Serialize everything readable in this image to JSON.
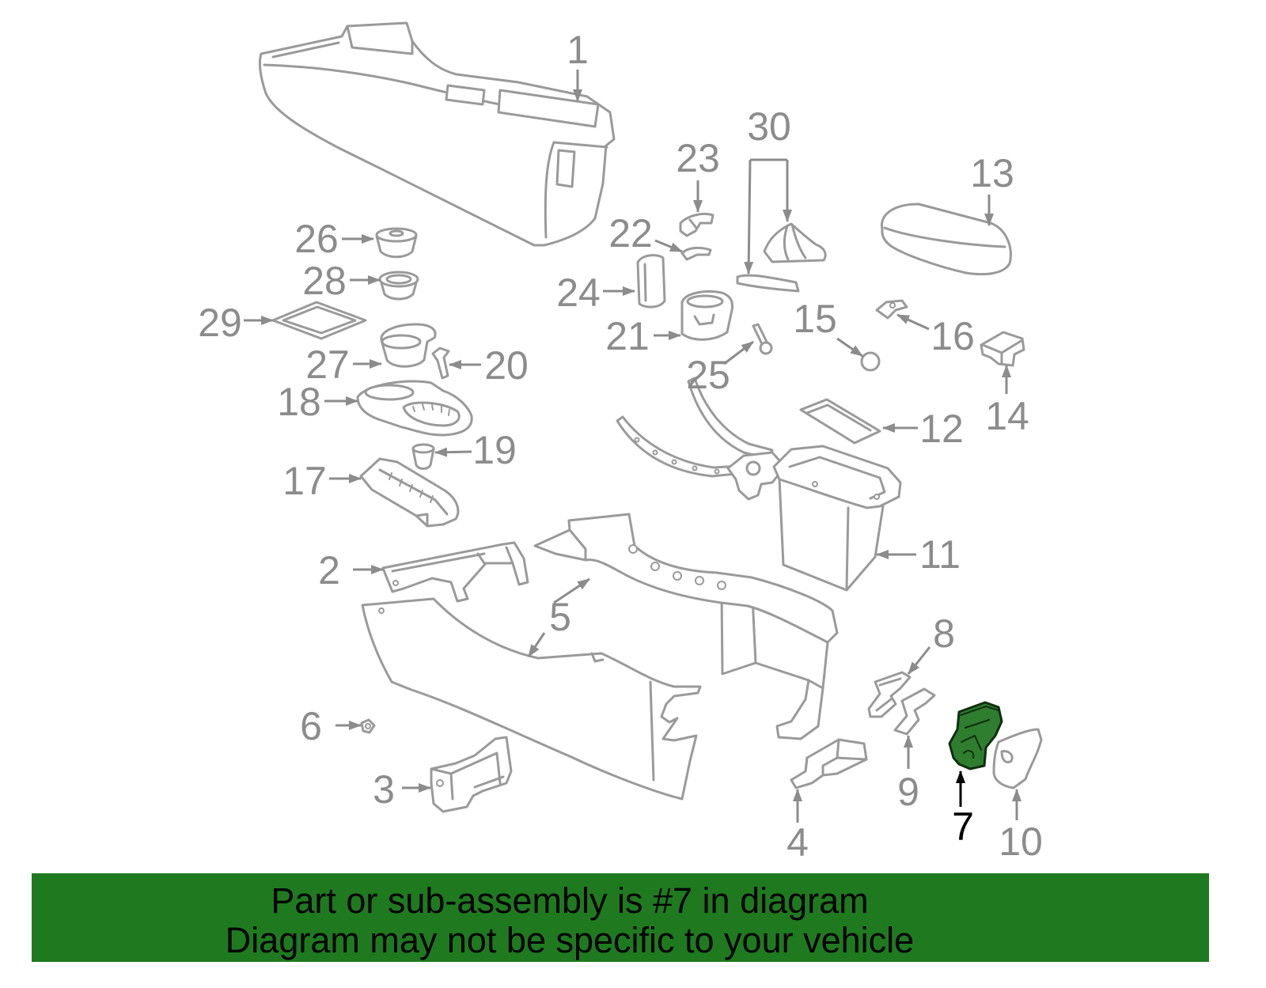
{
  "diagram": {
    "callouts": [
      "1",
      "2",
      "3",
      "4",
      "5",
      "6",
      "7",
      "8",
      "9",
      "10",
      "11",
      "12",
      "13",
      "14",
      "15",
      "16",
      "17",
      "18",
      "19",
      "20",
      "21",
      "22",
      "23",
      "24",
      "25",
      "26",
      "27",
      "28",
      "29",
      "30"
    ],
    "colors": {
      "line": "#9a9a9a",
      "label": "#8c8c8c",
      "highlight_fill": "#2f7d2f",
      "highlight_label": "#000000"
    }
  },
  "banner": {
    "line1": "Part or sub-assembly is #7 in diagram",
    "line2": "Diagram may not be specific to your vehicle",
    "background": "#1f7a1f"
  }
}
